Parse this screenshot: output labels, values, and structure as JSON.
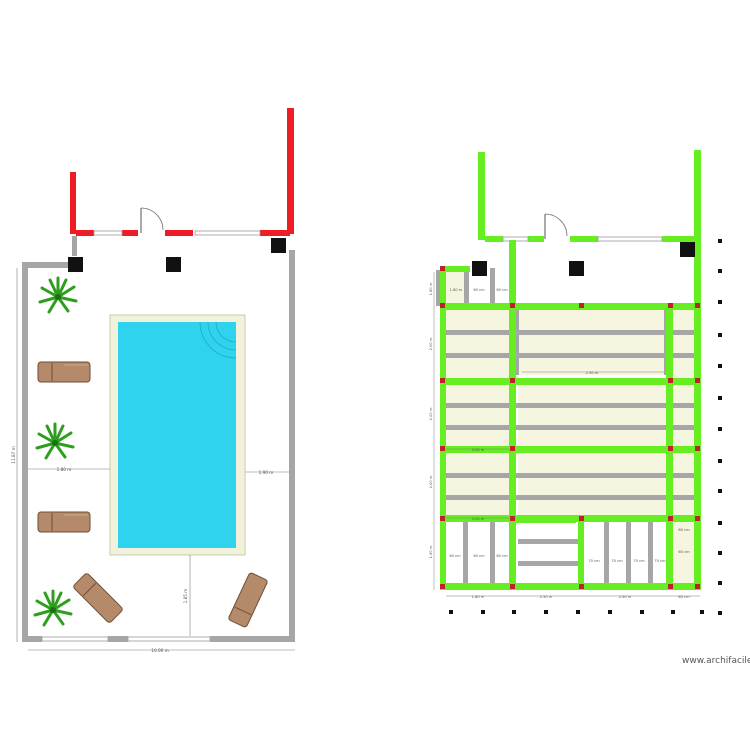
{
  "colors": {
    "structure_red": "#ee1c25",
    "structure_green": "#66ee22",
    "wall_gray": "#a6a6a6",
    "pool_water": "#2fd3ee",
    "pool_coping": "#f2f2dc",
    "deck_fill": "#f6f6e0",
    "post": "#111111",
    "joint": "#c0202a",
    "lounger": "#b58a6a",
    "palm": "#2f9e1f",
    "dimension_line": "#7d7d7d"
  },
  "icons": {
    "door": "door-swing-icon",
    "palm": "palm-plant-icon",
    "lounger": "sun-lounger-icon"
  },
  "left_plan": {
    "dimension_labels": {
      "overall_width": "10.00 m",
      "overall_height": "11.87 m",
      "left_clearance": "1.80 m",
      "right_clearance": "1.90 m",
      "bottom_clearance": "1.85 m"
    }
  },
  "right_plan": {
    "cell_labels": {
      "top_a": "1.80 m",
      "top_b": "60 cm",
      "top_c": "60 cm",
      "center_width": "2.50 m",
      "span_left": "4.00 m",
      "span_center": "4.20 m",
      "bottom_left_a": "60 cm",
      "bottom_left_b": "60 cm",
      "bottom_left_c": "60 cm",
      "bottom_right_a": "70 cm",
      "bottom_right_b": "70 cm",
      "bottom_right_c": "70 cm",
      "bottom_right_d": "70 cm",
      "right_top": "60 cm",
      "right_bottom": "60 cm",
      "left_vertical_1": "1.80 m",
      "left_vertical_2": "2.00 m",
      "left_vertical_3": "2.00 m",
      "left_vertical_4": "2.00 m",
      "left_vertical_5": "1.90 m",
      "bottom_1": "1.80 m",
      "bottom_2": "2.50 m",
      "bottom_3": "2.50 m",
      "bottom_4": "80 cm"
    }
  },
  "watermark": "www.archifacile.fr"
}
